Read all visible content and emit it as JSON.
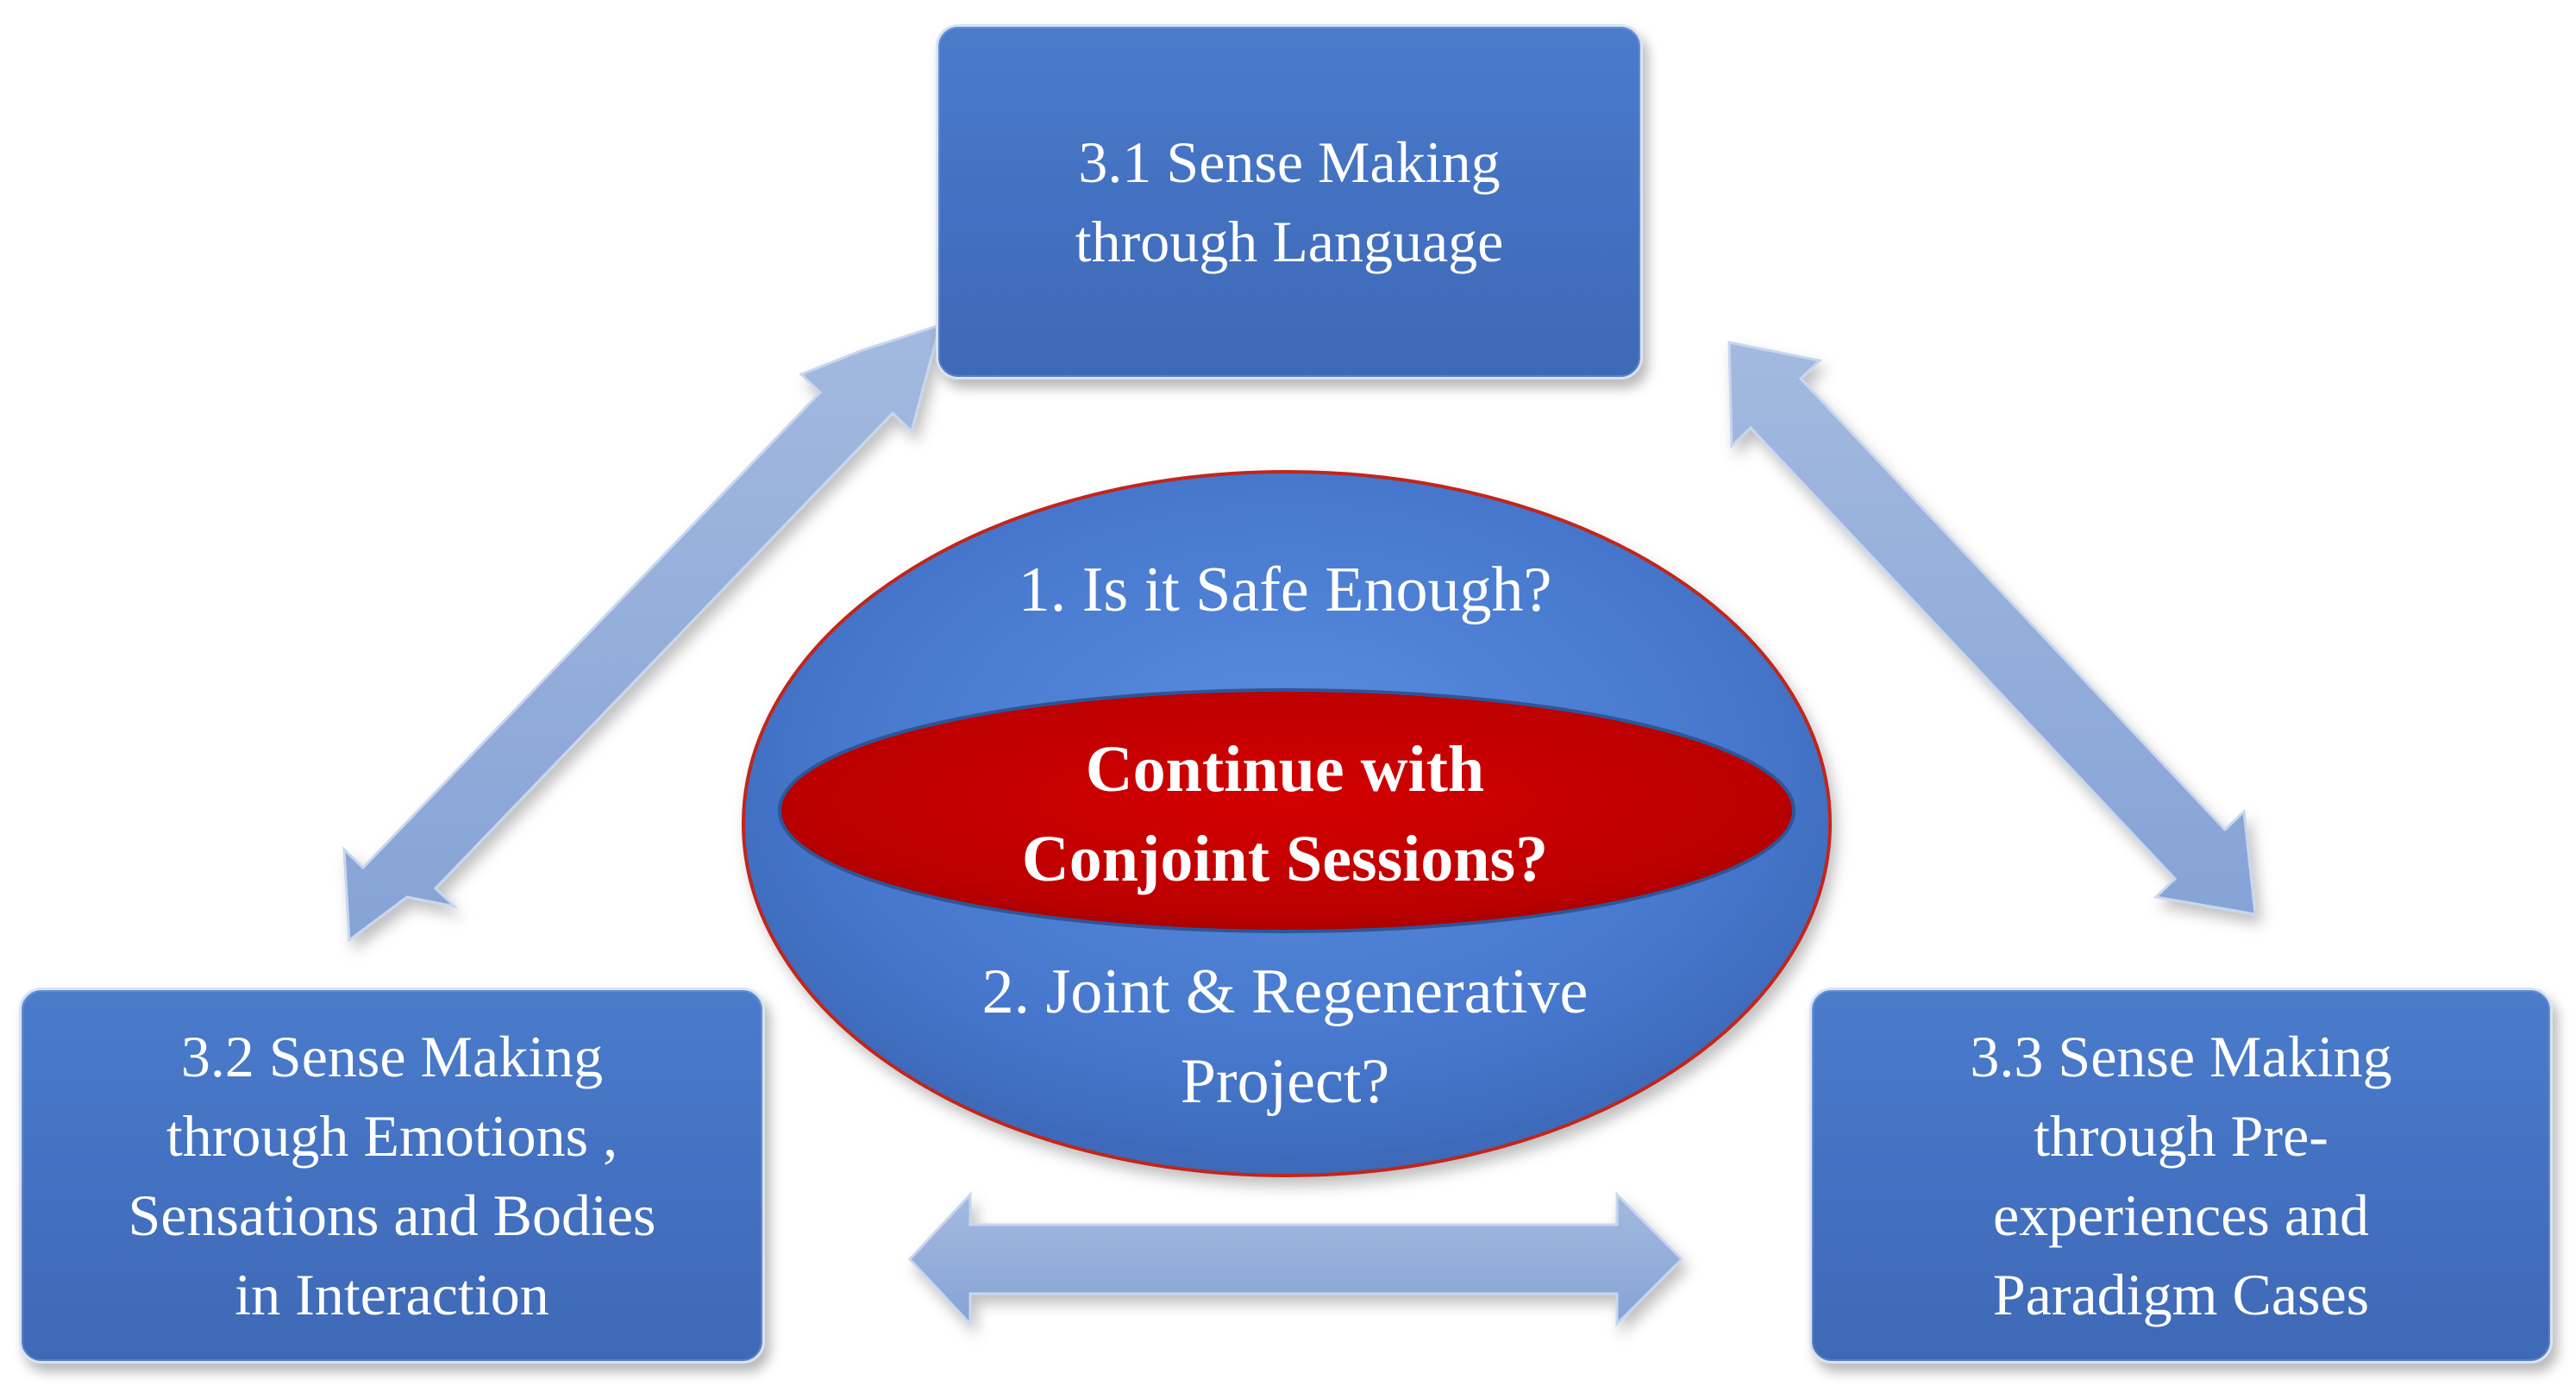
{
  "diagram": {
    "nodes": {
      "top": {
        "label": "3.1 Sense Making\nthrough Language"
      },
      "left": {
        "label": "3.2 Sense Making\nthrough Emotions ,\nSensations and Bodies\nin Interaction"
      },
      "right": {
        "label": "3.3 Sense Making\nthrough Pre-\nexperiences and\nParadigm Cases"
      }
    },
    "center": {
      "question_1": "1. Is it Safe Enough?",
      "core": "Continue with\nConjoint Sessions?",
      "question_2": "2. Joint & Regenerative\nProject?"
    },
    "edges": [
      {
        "from": "top",
        "to": "left",
        "direction": "bidirectional"
      },
      {
        "from": "top",
        "to": "right",
        "direction": "bidirectional"
      },
      {
        "from": "left",
        "to": "right",
        "direction": "bidirectional"
      }
    ],
    "colors": {
      "box_fill": "#4472c4",
      "arrow_fill": "#8eaadb",
      "oval_fill": "#4a7bcf",
      "core_fill": "#c00000",
      "text": "#ffffff"
    }
  }
}
